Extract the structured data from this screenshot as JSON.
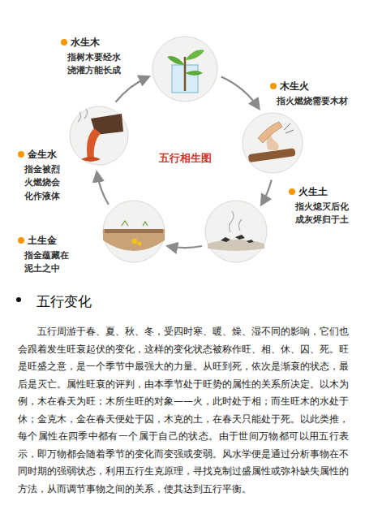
{
  "diagram": {
    "title": "五行相生图",
    "nodes": [
      {
        "text": [
          "水生木",
          "指树木要经水浇灌方能长成"
        ]
      },
      {
        "text": [
          "木生火",
          "指火燃烧需要木材"
        ]
      },
      {
        "text": [
          "火生土",
          "指火熄灭后化成灰烬归于土"
        ]
      },
      {
        "text": [
          "土生金",
          "指金蕴藏在泥土之中"
        ]
      },
      {
        "text": [
          "金生水",
          "指金被烈火燃烧会化作液体"
        ]
      }
    ],
    "labels": [
      "五行变化",
      "五行周游于春、夏、秋、冬，受四时寒、暖、燥、湿不同的影响，它们也会跟着发生旺衰起伏的变化，这样的变化状态被称作旺、相、休、囚、死。旺是旺盛之意，是一个季节中最强大的力量。从旺到死，依次是渐衰的状态，最后是灭亡。属性旺衰的评判，由本季节处于旺势的属性的关系所决定。以木为例，木在春天为旺；木所生旺的对象——火，此时处于相；而生旺木的水处于休；金克木，金在春天便处于囚，木克的土，在春天只能处于死。以此类推，每个属性在四季中都有一个属于自己的状态。由于世间万物都可以用五行表示，即万物都会随着季节的变化而变强或变弱。风水学便是通过分析事物在不同时期的强弱状态，利用五行生克原理，寻找克制过盛属性或弥补缺失属性的方法，从而调节事物之间的关系，使其达到五行平衡。"
    ]
  }
}
